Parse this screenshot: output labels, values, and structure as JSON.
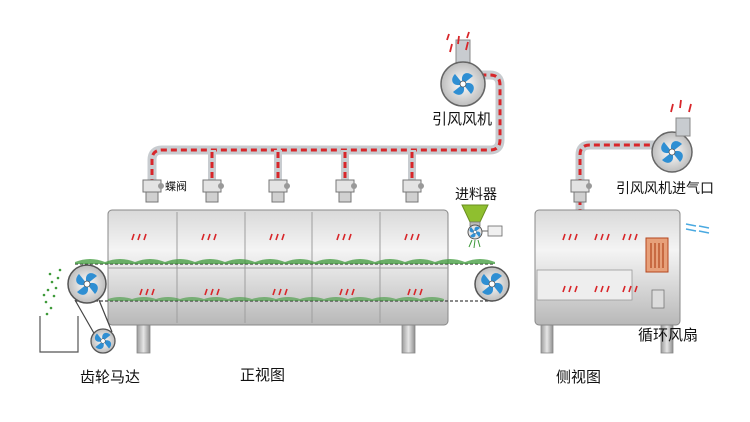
{
  "labels": {
    "fan_top": "引风风机",
    "butterfly_valve": "蝶阀",
    "feeder": "进料器",
    "fan_side_inlet": "引风风机进气口",
    "gear_motor": "齿轮马达",
    "front_view": "正视图",
    "side_view": "侧视图",
    "circ_fan": "循环风扇"
  },
  "colors": {
    "pipe": "#cfd3d6",
    "pipe_stripe": "#d8262a",
    "fan_blue": "#2f8fd3",
    "material_green": "#3e9a3a",
    "feeder_green": "#8fbf2f",
    "dryer_body": "#c9c9c9"
  }
}
